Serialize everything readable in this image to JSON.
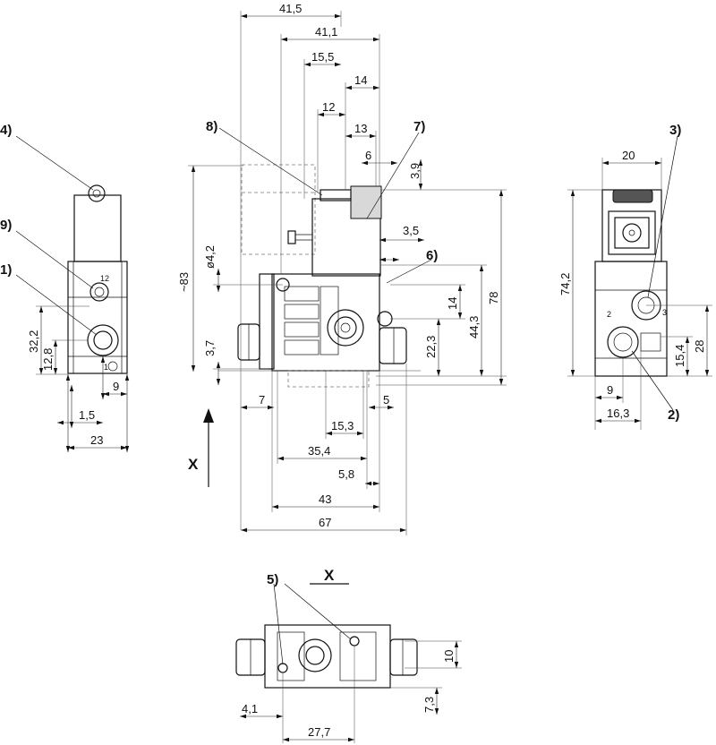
{
  "callouts": {
    "c1": "1)",
    "c2": "2)",
    "c3": "3)",
    "c4": "4)",
    "c5": "5)",
    "c6": "6)",
    "c7": "7)",
    "c8": "8)",
    "c9": "9)"
  },
  "view_label": "X",
  "port_labels": {
    "p12": "12",
    "p1": "1",
    "p2": "2",
    "p3": "3"
  },
  "dimensions": {
    "d41_5": "41,5",
    "d41_1": "41,1",
    "d15_5": "15,5",
    "d14_top": "14",
    "d12": "12",
    "d13": "13",
    "d6": "6",
    "d3_9": "3,9",
    "d3_5": "3,5",
    "d83": "~83",
    "d4_2": "ø4,2",
    "d3_7": "3,7",
    "d78": "78",
    "d44_3": "44,3",
    "d14_right": "14",
    "d22_3": "22,3",
    "d7": "7",
    "d5": "5",
    "d15_3": "15,3",
    "d35_4": "35,4",
    "d5_8": "5,8",
    "d43": "43",
    "d67": "67",
    "d32_2": "32,2",
    "d12_8": "12,8",
    "d9_left": "9",
    "d1_5": "1,5",
    "d23": "23",
    "d20": "20",
    "d74_2": "74,2",
    "d28": "28",
    "d15_4": "15,4",
    "d9_right": "9",
    "d16_3": "16,3",
    "d10": "10",
    "d7_3": "7,3",
    "d4_1": "4,1",
    "d27_7": "27,7"
  }
}
